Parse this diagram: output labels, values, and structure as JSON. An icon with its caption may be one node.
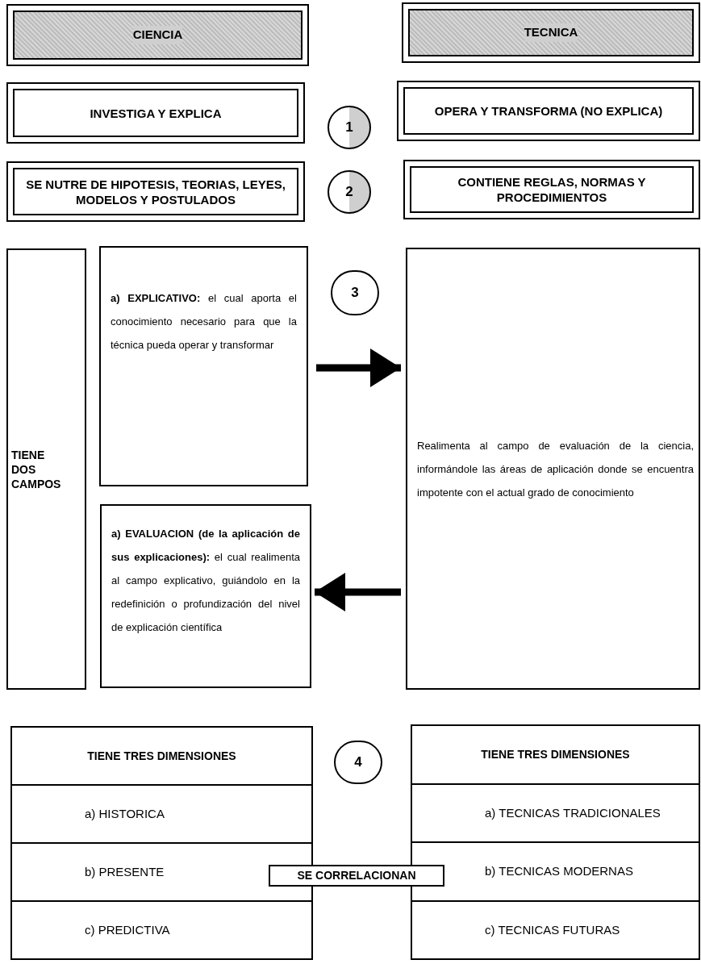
{
  "diagram": {
    "nodes": [
      {
        "text": [
          "CIENCIA"
        ]
      },
      {
        "text": [
          "TECNICA"
        ]
      },
      {
        "text": [
          "INVESTIGA Y EXPLICA"
        ]
      },
      {
        "text": [
          "1"
        ]
      },
      {
        "text": [
          "OPERA Y TRANSFORMA (NO EXPLICA)"
        ]
      },
      {
        "text": [
          "SE NUTRE DE HIPOTESIS, TEORIAS, LEYES, MODELOS Y POSTULADOS"
        ]
      },
      {
        "text": [
          "2"
        ]
      },
      {
        "text": [
          "CONTIENE REGLAS, NORMAS Y PROCEDIMIENTOS"
        ]
      },
      {
        "text": [
          "TIENE DOS CAMPOS"
        ]
      },
      {
        "text": [
          "**a) EXPLICATIVO:** el cual aporta el conocimiento necesario para que la técnica pueda operar y transformar"
        ]
      },
      {
        "text": [
          "3"
        ]
      },
      {
        "text": [
          "Realimenta al campo de evaluación de la ciencia, informándole las áreas de aplicación donde se encuentra impotente con el actual grado de conocimiento"
        ]
      },
      {
        "text": [
          "**a) EVALUACION (de la aplicación de sus explicaciones):** el cual realimenta al campo explicativo, guiándolo en la redefinición o profundización del nivel de explicación científica"
        ]
      },
      {
        "text": [
          "TIENE TRES DIMENSIONES",
          "a) HISTORICA",
          "b) PRESENTE",
          "c) PREDICTIVA"
        ]
      },
      {
        "text": [
          "4"
        ]
      },
      {
        "text": [
          "SE CORRELACIONAN"
        ]
      },
      {
        "text": [
          "TIENE TRES DIMENSIONES",
          "a) TECNICAS TRADICIONALES",
          "b) TECNICAS MODERNAS",
          "c) TECNICAS FUTURAS"
        ]
      }
    ],
    "edges": [
      {
        "from": 9,
        "to": 11,
        "arrow": "to"
      },
      {
        "from": 11,
        "to": 12,
        "arrow": "to"
      }
    ]
  }
}
